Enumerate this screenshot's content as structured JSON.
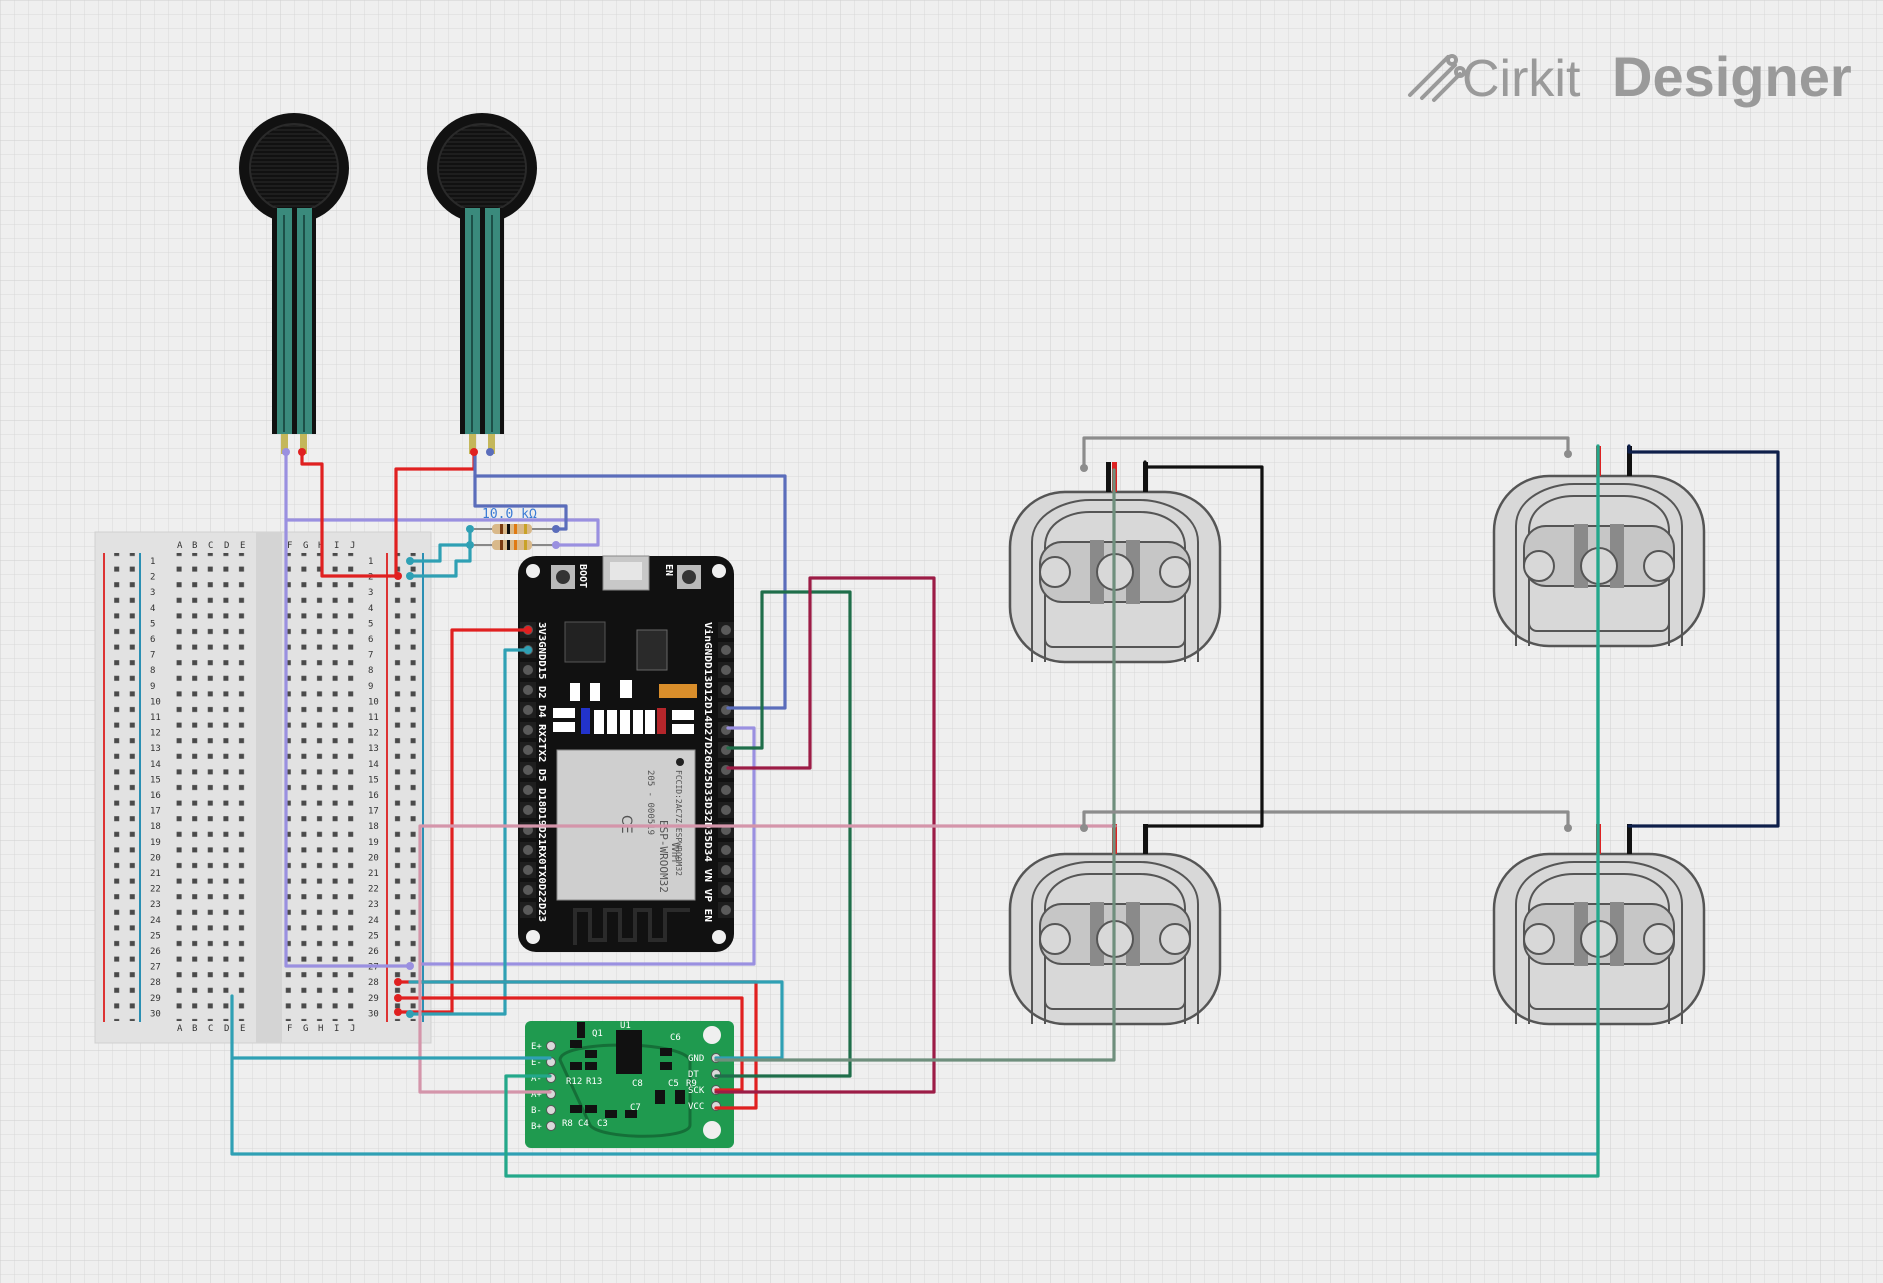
{
  "brand": {
    "logo_prefix": "Cirkit",
    "logo_suffix": "Designer"
  },
  "breadboard": {
    "columns_left": [
      "A",
      "B",
      "C",
      "D",
      "E"
    ],
    "columns_right": [
      "F",
      "G",
      "H",
      "I",
      "J"
    ],
    "rows": [
      "1",
      "2",
      "3",
      "4",
      "5",
      "6",
      "7",
      "8",
      "9",
      "10",
      "11",
      "12",
      "13",
      "14",
      "15",
      "16",
      "17",
      "18",
      "19",
      "20",
      "21",
      "22",
      "23",
      "24",
      "25",
      "26",
      "27",
      "28",
      "29",
      "30"
    ]
  },
  "resistor": {
    "label": "10.0 kΩ"
  },
  "esp32": {
    "boot_label": "BOOT",
    "en_label": "EN",
    "left_pins": "3V3GNDD15 D2  D4 RX2TX2 D5 D18D19D21RX0TX0D22D23",
    "right_pins": "VinGNDD13D12D14D27D26D25D33D32D35D34 VN  VP  EN",
    "module_label": "ESP-WROOM32",
    "fcc_label": "FCCID:2AC7Z-ESPWROOM32",
    "code_label": "205 - 000519",
    "wifi_label": "WiFi"
  },
  "hx711": {
    "left_pins": [
      "E+",
      "E-",
      "A-",
      "A+",
      "B-",
      "B+"
    ],
    "right_pins": [
      "GND",
      "DT",
      "SCK",
      "VCC"
    ],
    "chip_label": "U1",
    "parts": [
      "Q1",
      "R12",
      "R13",
      "C8",
      "C3",
      "C4",
      "C5",
      "R9",
      "C7",
      "R8",
      "C6"
    ]
  }
}
